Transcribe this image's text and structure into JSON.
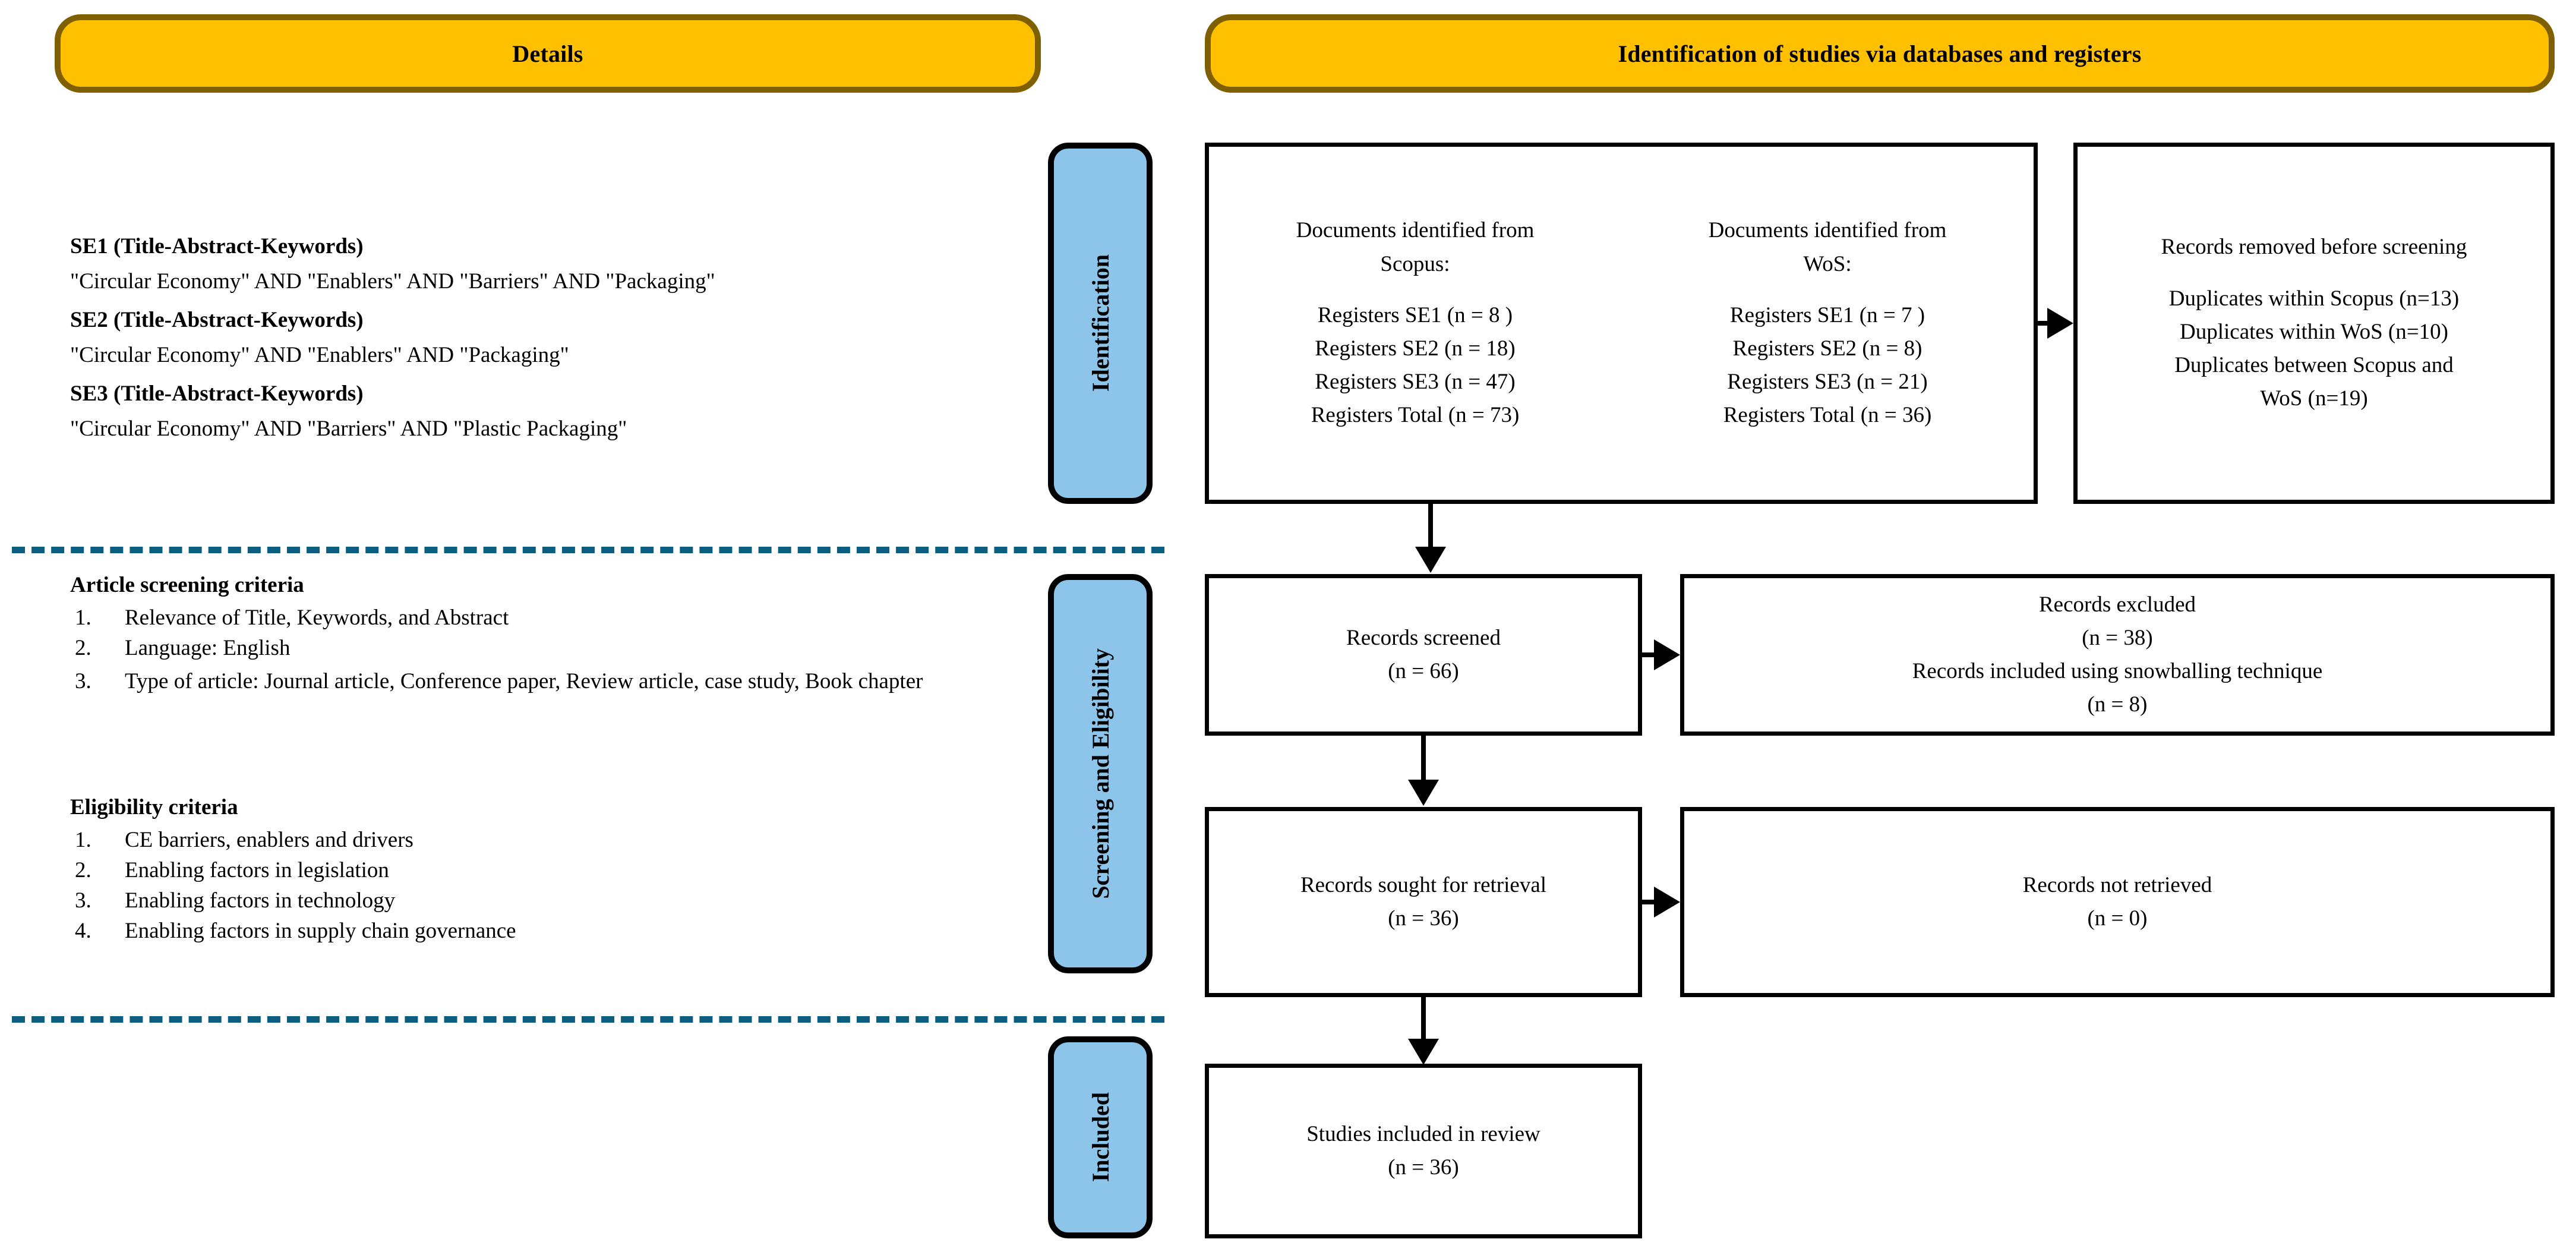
{
  "headers": {
    "left": "Details",
    "right": "Identification of studies via databases and registers"
  },
  "colors": {
    "header_fill": "#FFC000",
    "header_border": "#7F6000",
    "stage_tab_fill": "#8CC4EA",
    "stage_tab_border": "#000000",
    "divider": "#0B5E80",
    "box_border": "#000000",
    "background": "#FFFFFF"
  },
  "stages": {
    "identification": "Identification",
    "screening": "Screening and Eligibility",
    "included": "Included"
  },
  "details": {
    "search_strings": [
      {
        "heading": "SE1 (Title-Abstract-Keywords)",
        "query": "\"Circular Economy\" AND \"Enablers\" AND \"Barriers\" AND \"Packaging\""
      },
      {
        "heading": "SE2 (Title-Abstract-Keywords)",
        "query": "\"Circular Economy\" AND \"Enablers\" AND \"Packaging\""
      },
      {
        "heading": "SE3 (Title-Abstract-Keywords)",
        "query": "\"Circular Economy\" AND \"Barriers\" AND \"Plastic Packaging\""
      }
    ],
    "screening_criteria": {
      "heading": "Article screening criteria",
      "items": [
        "Relevance of Title, Keywords, and Abstract",
        "Language: English",
        "Type of article:  Journal article, Conference paper, Review article, case study, Book chapter"
      ],
      "numbers": [
        "1.",
        "2.",
        "3."
      ]
    },
    "eligibility_criteria": {
      "heading": "Eligibility criteria",
      "items": [
        "CE barriers, enablers and drivers",
        "Enabling factors in legislation",
        "Enabling factors in technology",
        "Enabling factors in supply chain governance"
      ],
      "numbers": [
        "1.",
        "2.",
        "3.",
        "4."
      ]
    }
  },
  "flow": {
    "scopus": {
      "title_line1": "Documents identified from",
      "title_line2": "Scopus:",
      "rows": [
        "Registers SE1 (n = 8 )",
        "Registers SE2 (n = 18)",
        "Registers SE3 (n = 47)",
        "Registers Total (n = 73)"
      ]
    },
    "wos": {
      "title_line1": "Documents identified from",
      "title_line2": "WoS:",
      "rows": [
        "Registers SE1 (n = 7 )",
        "Registers SE2 (n = 8)",
        "Registers SE3 (n = 21)",
        "Registers Total (n = 36)"
      ]
    },
    "removed": {
      "title": "Records removed before screening",
      "rows": [
        "Duplicates within Scopus (n=13)",
        "Duplicates within WoS (n=10)",
        "Duplicates between Scopus and",
        "WoS (n=19)"
      ]
    },
    "screened": {
      "line1": "Records screened",
      "line2": "(n = 66)"
    },
    "excluded": {
      "line1": "Records excluded",
      "line2": "(n = 38)",
      "line3": "Records included using snowballing technique",
      "line4": "(n = 8)"
    },
    "sought": {
      "line1": "Records sought for retrieval",
      "line2": "(n = 36)"
    },
    "not_retrieved": {
      "line1": "Records not retrieved",
      "line2": "(n = 0)"
    },
    "included": {
      "line1": "Studies included in review",
      "line2": "(n = 36)"
    }
  }
}
